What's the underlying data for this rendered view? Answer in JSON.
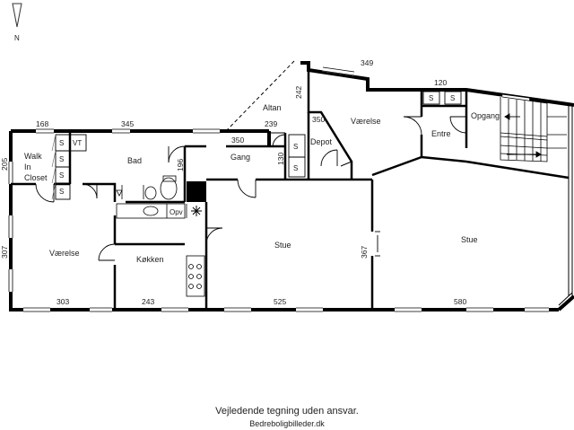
{
  "compass": {
    "label": "N"
  },
  "rooms": {
    "walk_in_closet": [
      "Walk",
      "In",
      "Closet"
    ],
    "bad": "Bad",
    "gang": "Gang",
    "altan": "Altan",
    "depot": "Depot",
    "vaerelse_top": "Værelse",
    "entre": "Entre",
    "opgang": "Opgang",
    "vaerelse_left": "Værelse",
    "koekken": "Køkken",
    "stue_mid": "Stue",
    "stue_right": "Stue"
  },
  "fixtures": {
    "s": "S",
    "vt": "VT",
    "opv": "Opv"
  },
  "dimensions": {
    "d168": "168",
    "d345": "345",
    "d350_bad": "350",
    "d239": "239",
    "d242": "242",
    "d349": "349",
    "d120": "120",
    "d350_v": "350",
    "d205": "205",
    "d196": "196",
    "d130": "130",
    "d307": "307",
    "d367": "367",
    "d303": "303",
    "d243": "243",
    "d525": "525",
    "d580": "580"
  },
  "footer": {
    "disclaimer": "Vejledende tegning uden ansvar.",
    "site": "Bedreboligbilleder.dk"
  }
}
